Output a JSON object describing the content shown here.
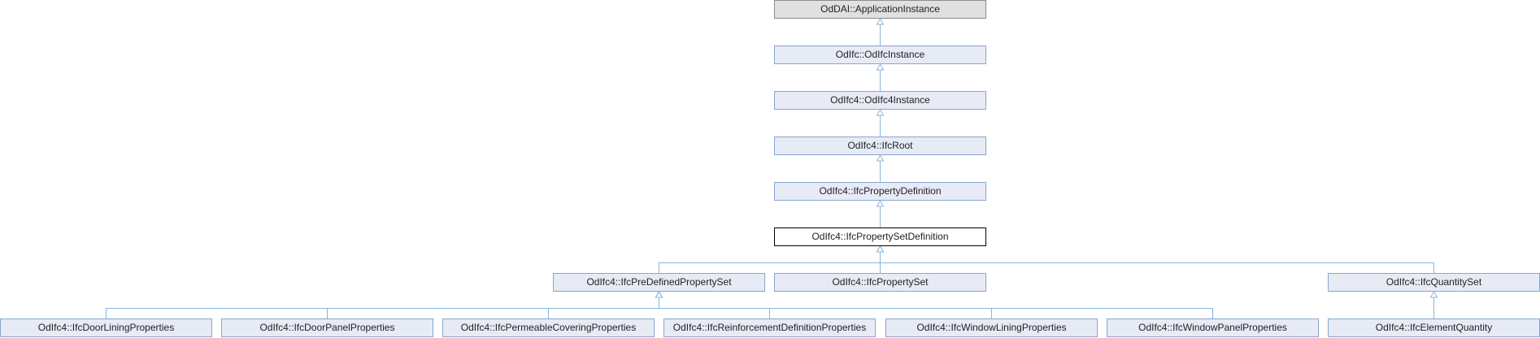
{
  "diagram": {
    "nodes": [
      {
        "id": "n-appinstance",
        "label": "OdDAI::ApplicationInstance",
        "kind": "external"
      },
      {
        "id": "n-oifcinstance",
        "label": "OdIfc::OdIfcInstance",
        "kind": "class"
      },
      {
        "id": "n-oifc4instance",
        "label": "OdIfc4::OdIfc4Instance",
        "kind": "class"
      },
      {
        "id": "n-ifcroot",
        "label": "OdIfc4::IfcRoot",
        "kind": "class"
      },
      {
        "id": "n-propdef",
        "label": "OdIfc4::IfcPropertyDefinition",
        "kind": "class"
      },
      {
        "id": "n-propsetdef",
        "label": "OdIfc4::IfcPropertySetDefinition",
        "kind": "current"
      },
      {
        "id": "n-predefined",
        "label": "OdIfc4::IfcPreDefinedPropertySet",
        "kind": "class"
      },
      {
        "id": "n-propset",
        "label": "OdIfc4::IfcPropertySet",
        "kind": "class"
      },
      {
        "id": "n-quantityset",
        "label": "OdIfc4::IfcQuantitySet",
        "kind": "class"
      },
      {
        "id": "n-doorlining",
        "label": "OdIfc4::IfcDoorLiningProperties",
        "kind": "class"
      },
      {
        "id": "n-doorpanel",
        "label": "OdIfc4::IfcDoorPanelProperties",
        "kind": "class"
      },
      {
        "id": "n-permeable",
        "label": "OdIfc4::IfcPermeableCoveringProperties",
        "kind": "class"
      },
      {
        "id": "n-reinforcement",
        "label": "OdIfc4::IfcReinforcementDefinitionProperties",
        "kind": "class"
      },
      {
        "id": "n-windowlining",
        "label": "OdIfc4::IfcWindowLiningProperties",
        "kind": "class"
      },
      {
        "id": "n-windowpanel",
        "label": "OdIfc4::IfcWindowPanelProperties",
        "kind": "class"
      },
      {
        "id": "n-elementquantity",
        "label": "OdIfc4::IfcElementQuantity",
        "kind": "class"
      }
    ],
    "edges": [
      {
        "from": "n-oifcinstance",
        "to": "n-appinstance"
      },
      {
        "from": "n-oifc4instance",
        "to": "n-oifcinstance"
      },
      {
        "from": "n-ifcroot",
        "to": "n-oifc4instance"
      },
      {
        "from": "n-propdef",
        "to": "n-ifcroot"
      },
      {
        "from": "n-propsetdef",
        "to": "n-propdef"
      },
      {
        "from": "n-predefined",
        "to": "n-propsetdef"
      },
      {
        "from": "n-propset",
        "to": "n-propsetdef"
      },
      {
        "from": "n-quantityset",
        "to": "n-propsetdef"
      },
      {
        "from": "n-doorlining",
        "to": "n-predefined"
      },
      {
        "from": "n-doorpanel",
        "to": "n-predefined"
      },
      {
        "from": "n-permeable",
        "to": "n-predefined"
      },
      {
        "from": "n-reinforcement",
        "to": "n-predefined"
      },
      {
        "from": "n-windowlining",
        "to": "n-predefined"
      },
      {
        "from": "n-windowpanel",
        "to": "n-predefined"
      },
      {
        "from": "n-elementquantity",
        "to": "n-quantityset"
      }
    ],
    "colors": {
      "edge": "#87b6e0",
      "node_fill": "#e6ebf5",
      "node_border": "#8ba5cf",
      "external_fill": "#e0e0e0",
      "external_border": "#8c8c8c",
      "current_fill": "#ffffff",
      "current_border": "#000000"
    }
  }
}
